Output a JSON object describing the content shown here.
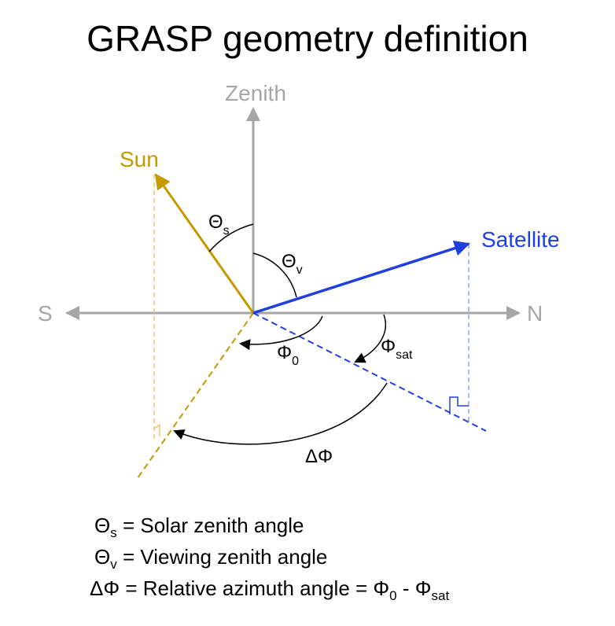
{
  "title": "GRASP geometry definition",
  "colors": {
    "axis": "#a6a6a6",
    "sun": "#c49a00",
    "sun_light": "#f0c674",
    "satellite": "#1f3fe0",
    "satellite_light": "#8aa8f0",
    "black": "#000000"
  },
  "labels": {
    "zenith": "Zenith",
    "south": "S",
    "north": "N",
    "sun": "Sun",
    "satellite": "Satellite",
    "theta": "Θ",
    "theta_s_sub": "s",
    "theta_v_sub": "v",
    "phi": "Φ",
    "phi0_sub": "0",
    "phisat_sub": "sat",
    "delta_phi": "ΔΦ"
  },
  "legend": {
    "row1": {
      "sym": "Θ",
      "sub": "s",
      "text": " = Solar zenith angle"
    },
    "row2": {
      "sym": "Θ",
      "sub": "v",
      "text": " = Viewing zenith angle"
    },
    "row3": {
      "lead": "ΔΦ = Relative azimuth angle = Φ",
      "sub1": "0",
      "mid": " - Φ",
      "sub2": "sat"
    }
  }
}
